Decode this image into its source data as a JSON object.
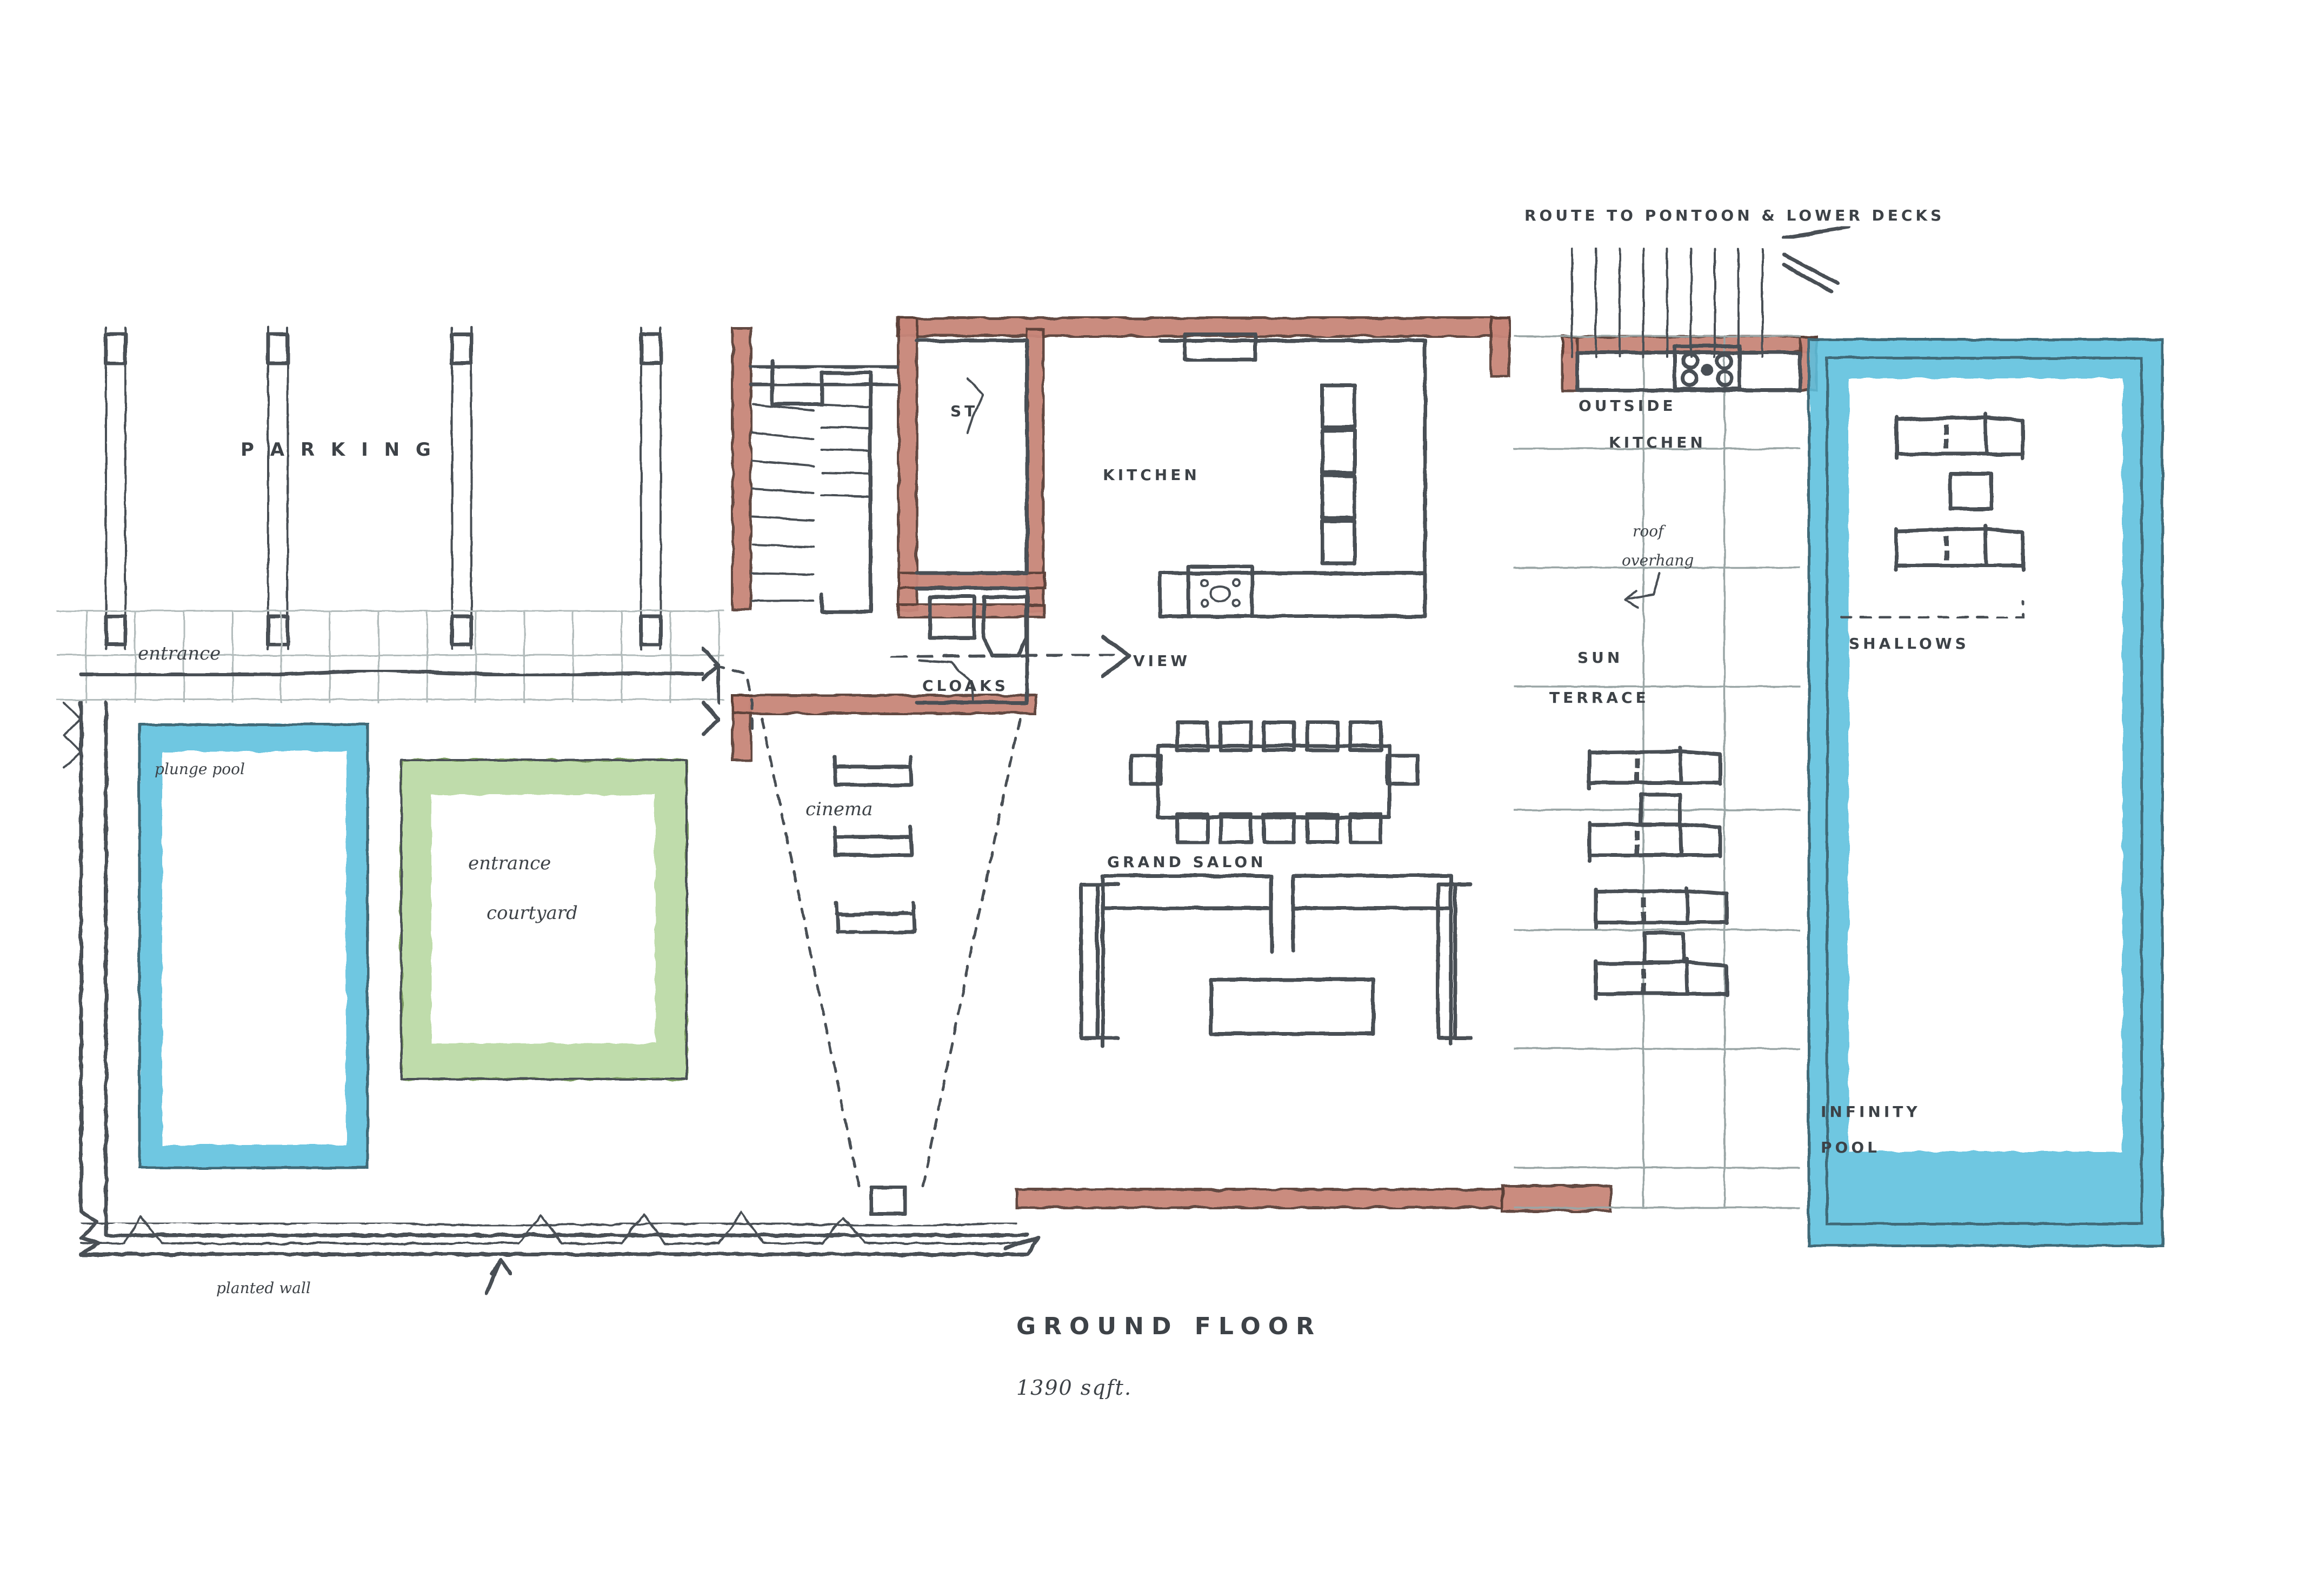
{
  "drawing": {
    "title": "GROUND FLOOR",
    "area": "1390 sqft.",
    "medium": "hand-drawn architectural floor plan sketch, ink with watercolour wash",
    "colors": {
      "ink": "#4a4f55",
      "wall_fill": "#c88679",
      "wall_outline": "#5a4038",
      "water": "#5bc0de",
      "water_outline": "#3f6a78",
      "planting": "#b9d9a2",
      "planting_outline": "#6d9150",
      "paper": "#ffffff",
      "grid": "#9aa6a6"
    }
  },
  "annotations": {
    "route_to_pontoon": "ROUTE TO PONTOON & LOWER DECKS",
    "parking": "P A R K I N G",
    "entrance": "entrance",
    "plunge_pool": "plunge pool",
    "entrance_courtyard_line1": "entrance",
    "entrance_courtyard_line2": "courtyard",
    "planted_wall": "planted wall",
    "st": "ST",
    "cloaks": "CLOAKS",
    "kitchen": "KITCHEN",
    "view": "VIEW",
    "cinema": "cinema",
    "grand_salon": "GRAND  SALON",
    "outside_kitchen_line1": "OUTSIDE",
    "outside_kitchen_line2": "KITCHEN",
    "roof_overhang_line1": "roof",
    "roof_overhang_line2": "overhang",
    "sun_terrace_line1": "SUN",
    "sun_terrace_line2": "TERRACE",
    "shallows": "SHALLOWS",
    "infinity_pool_line1": "INFINITY",
    "infinity_pool_line2": "POOL"
  },
  "rooms": [
    {
      "name": "PARKING",
      "kind": "covered-parking",
      "bays": 4
    },
    {
      "name": "entrance",
      "kind": "entry-gate"
    },
    {
      "name": "plunge pool",
      "kind": "pool"
    },
    {
      "name": "entrance courtyard",
      "kind": "planted-courtyard"
    },
    {
      "name": "ST",
      "kind": "store"
    },
    {
      "name": "CLOAKS",
      "kind": "wc-cloakroom"
    },
    {
      "name": "KITCHEN",
      "kind": "kitchen"
    },
    {
      "name": "cinema",
      "kind": "home-cinema",
      "seat_rows": 3
    },
    {
      "name": "GRAND SALON",
      "kind": "living-dining",
      "dining_seats": 12
    },
    {
      "name": "OUTSIDE KITCHEN",
      "kind": "outdoor-kitchen",
      "hob_burners": 4
    },
    {
      "name": "SUN TERRACE",
      "kind": "terrace",
      "loungers": 4,
      "side_tables": 2
    },
    {
      "name": "INFINITY POOL",
      "kind": "pool",
      "loungers": 2,
      "side_tables": 1
    },
    {
      "name": "SHALLOWS",
      "kind": "pool-shallow-shelf"
    }
  ]
}
